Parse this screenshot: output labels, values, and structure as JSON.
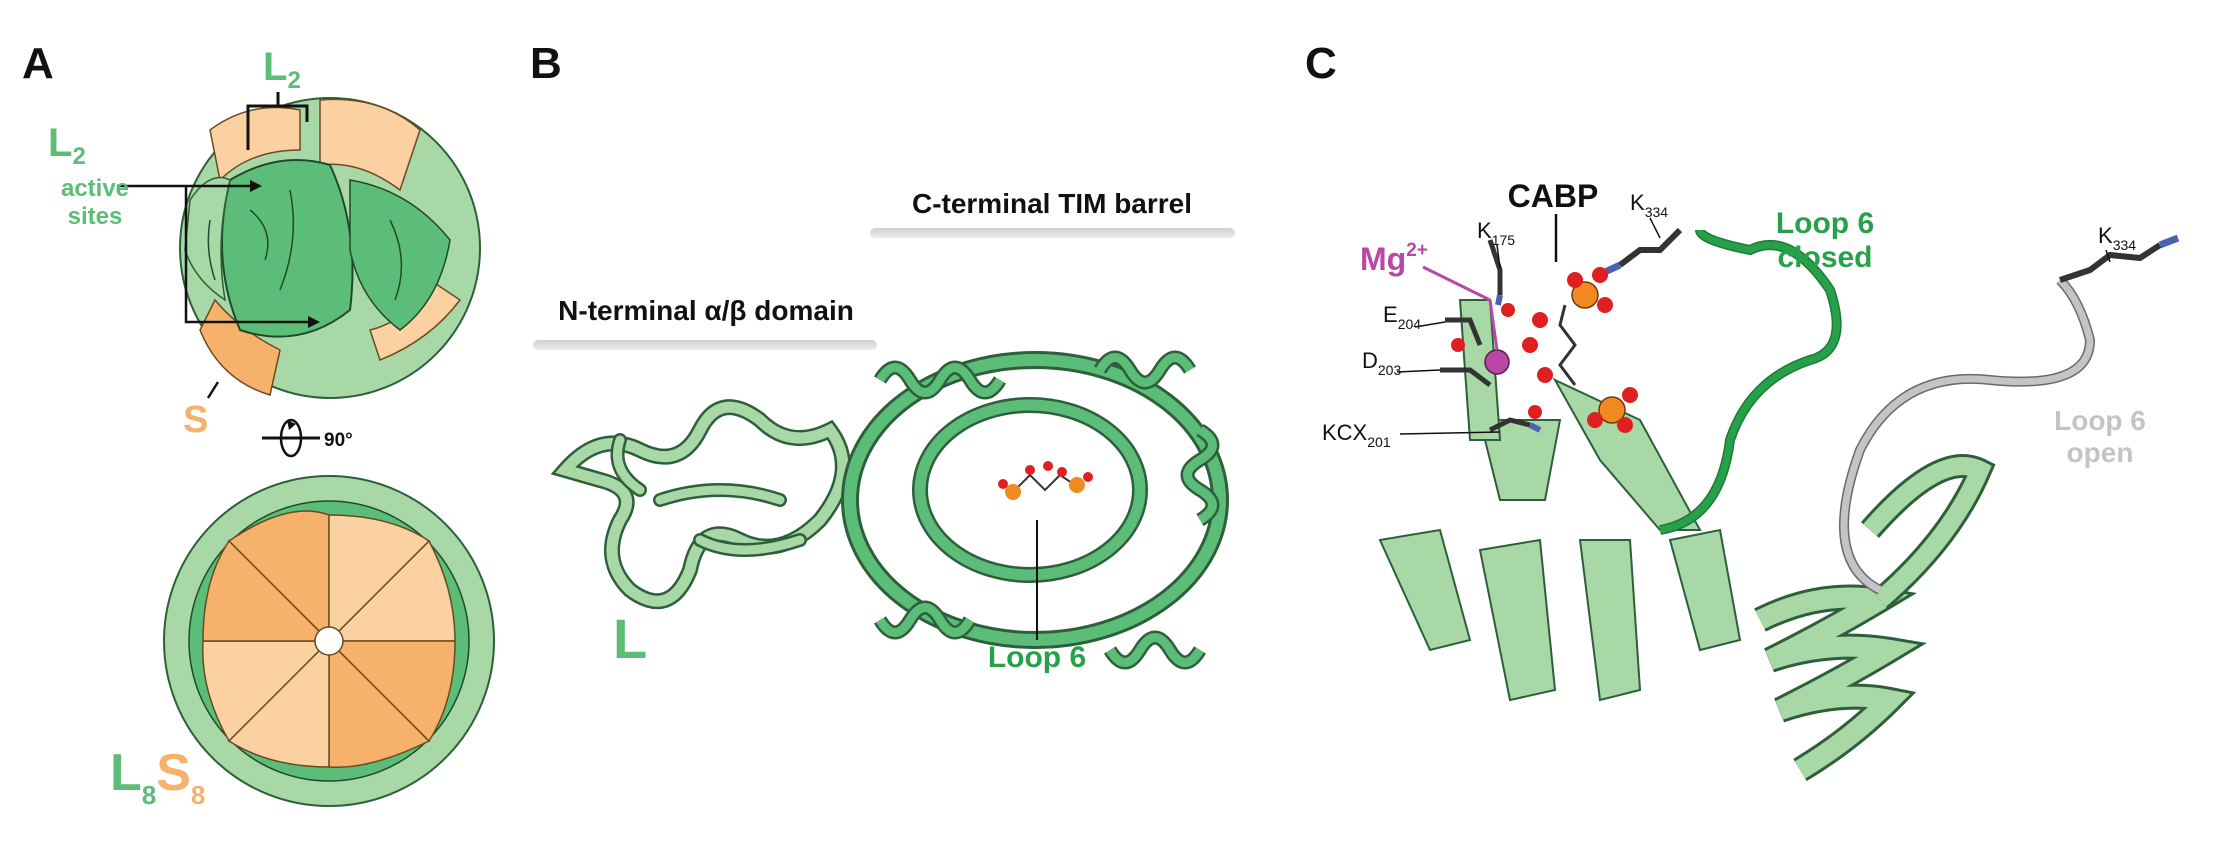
{
  "colors": {
    "large_subunit_dark": "#5bbd78",
    "large_subunit_light": "#a8d8a6",
    "small_subunit_dark": "#f6b26b",
    "small_subunit_light": "#fbd1a2",
    "loop6_closed": "#27a04a",
    "loop6_open": "#c4c4c4",
    "magnesium": "#b847a8",
    "oxygen": "#e02020",
    "phosphorus": "#f08a20",
    "nitrogen": "#4a63b0"
  },
  "panel_a": {
    "letter": "A",
    "l2_top": {
      "base": "L",
      "sub": "2"
    },
    "active_sites": {
      "base": "L",
      "sub": "2",
      "line1": "active",
      "line2": "sites"
    },
    "s_label": "S",
    "rotation": "90°",
    "complex": {
      "l": "L",
      "l_sub": "8",
      "s": "S",
      "s_sub": "8"
    }
  },
  "panel_b": {
    "letter": "B",
    "c_domain": "C-terminal TIM barrel",
    "n_domain": "N-terminal α/β domain",
    "chain": "L",
    "loop": "Loop 6"
  },
  "panel_c": {
    "letter": "C",
    "cabp": "CABP",
    "mg": {
      "base": "Mg",
      "sup": "2+"
    },
    "residues": {
      "k175": {
        "base": "K",
        "sub": "175"
      },
      "e204": {
        "base": "E",
        "sub": "204"
      },
      "d203": {
        "base": "D",
        "sub": "203"
      },
      "kcx201": {
        "base": "KCX",
        "sub": "201"
      },
      "k334_closed": {
        "base": "K",
        "sub": "334"
      },
      "k334_open": {
        "base": "K",
        "sub": "334"
      }
    },
    "loop_closed": {
      "line1": "Loop 6",
      "line2": "closed"
    },
    "loop_open": {
      "line1": "Loop 6",
      "line2": "open"
    }
  }
}
